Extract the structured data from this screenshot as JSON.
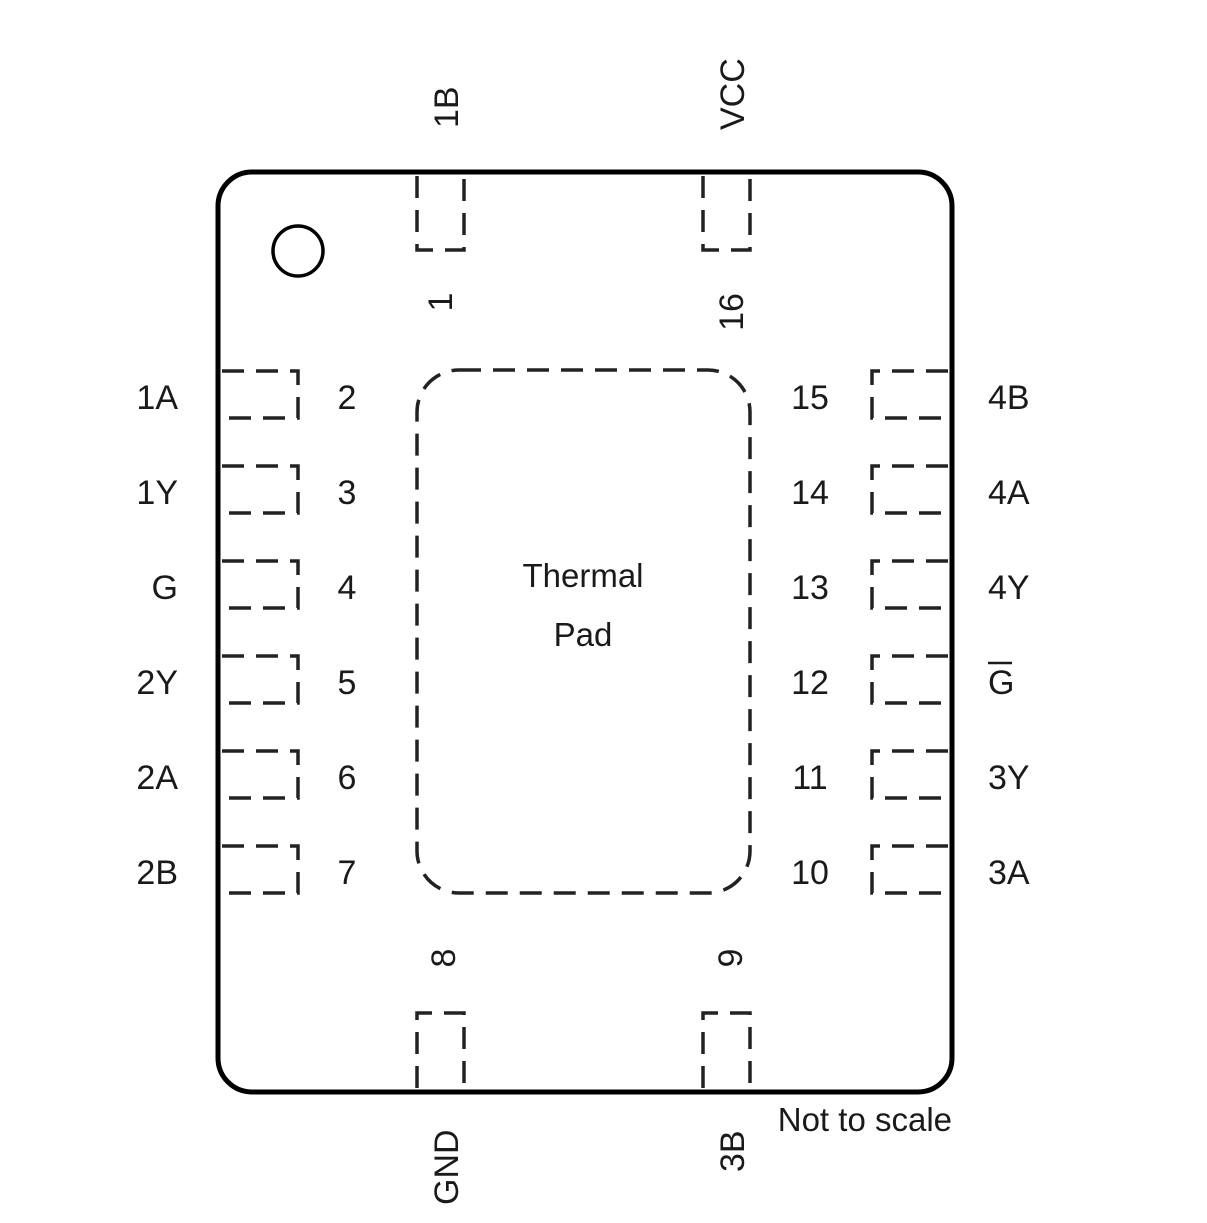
{
  "diagram": {
    "thermal_pad_label_line1": "Thermal",
    "thermal_pad_label_line2": "Pad",
    "note": "Not to scale",
    "pins": {
      "left": [
        {
          "num": "2",
          "name": "1A"
        },
        {
          "num": "3",
          "name": "1Y"
        },
        {
          "num": "4",
          "name": "G"
        },
        {
          "num": "5",
          "name": "2Y"
        },
        {
          "num": "6",
          "name": "2A"
        },
        {
          "num": "7",
          "name": "2B"
        }
      ],
      "right": [
        {
          "num": "15",
          "name": "4B"
        },
        {
          "num": "14",
          "name": "4A"
        },
        {
          "num": "13",
          "name": "4Y"
        },
        {
          "num": "12",
          "name": "G",
          "overbar": true
        },
        {
          "num": "11",
          "name": "3Y"
        },
        {
          "num": "10",
          "name": "3A"
        }
      ],
      "top": [
        {
          "num": "1",
          "name": "1B"
        },
        {
          "num": "16",
          "name": "VCC"
        }
      ],
      "bottom": [
        {
          "num": "8",
          "name": "GND"
        },
        {
          "num": "9",
          "name": "3B"
        }
      ]
    }
  }
}
